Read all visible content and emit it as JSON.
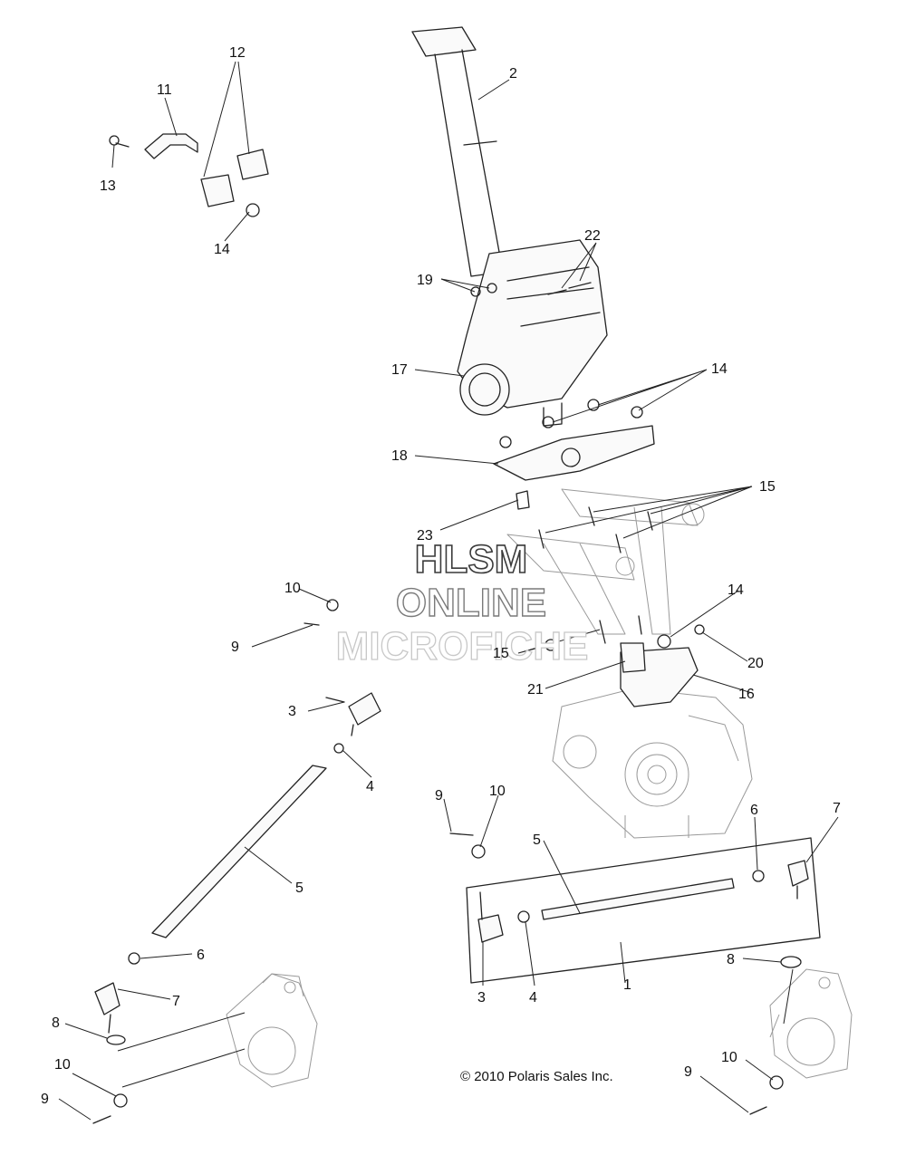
{
  "callouts": {
    "c1": "1",
    "c2": "2",
    "c3": "3",
    "c4": "4",
    "c5": "5",
    "c6": "6",
    "c7": "7",
    "c8": "8",
    "c9": "9",
    "c10": "10",
    "c11": "11",
    "c12": "12",
    "c13": "13",
    "c14": "14",
    "c15": "15",
    "c16": "16",
    "c17": "17",
    "c18": "18",
    "c19": "19",
    "c20": "20",
    "c21": "21",
    "c22": "22",
    "c23": "23"
  },
  "watermark": {
    "line1": "HLSM",
    "line2": "ONLINE",
    "line3": "MICROFICHE"
  },
  "copyright": "© 2010 Polaris Sales Inc."
}
